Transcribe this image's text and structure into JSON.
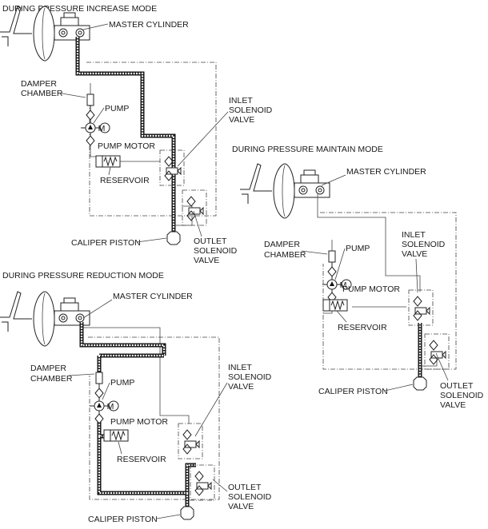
{
  "panels": {
    "increase": {
      "title": "DURING PRESSURE INCREASE MODE",
      "master_cylinder": "MASTER CYLINDER",
      "damper_chamber": [
        "DAMPER",
        "CHAMBER"
      ],
      "pump": "PUMP",
      "pump_motor": "PUMP MOTOR",
      "reservoir": "RESERVOIR",
      "inlet_valve": [
        "INLET",
        "SOLENOID",
        "VALVE"
      ],
      "outlet_valve": [
        "OUTLET",
        "SOLENOID",
        "VALVE"
      ],
      "caliper_piston": "CALIPER PISTON"
    },
    "maintain": {
      "title": "DURING PRESSURE MAINTAIN MODE",
      "master_cylinder": "MASTER CYLINDER",
      "damper_chamber": [
        "DAMPER",
        "CHAMBER"
      ],
      "pump": "PUMP",
      "pump_motor": "PUMP MOTOR",
      "reservoir": "RESERVOIR",
      "inlet_valve": [
        "INLET",
        "SOLENOID",
        "VALVE"
      ],
      "outlet_valve": [
        "OUTLET",
        "SOLENOID",
        "VALVE"
      ],
      "caliper_piston": "CALIPER PISTON"
    },
    "reduction": {
      "title": "DURING PRESSURE REDUCTION MODE",
      "master_cylinder": "MASTER CYLINDER",
      "damper_chamber": [
        "DAMPER",
        "CHAMBER"
      ],
      "pump": "PUMP",
      "pump_motor": "PUMP MOTOR",
      "reservoir": "RESERVOIR",
      "inlet_valve": [
        "INLET",
        "SOLENOID",
        "VALVE"
      ],
      "outlet_valve": [
        "OUTLET",
        "SOLENOID",
        "VALVE"
      ],
      "caliper_piston": "CALIPER PISTON"
    }
  },
  "motor_symbol": "M"
}
